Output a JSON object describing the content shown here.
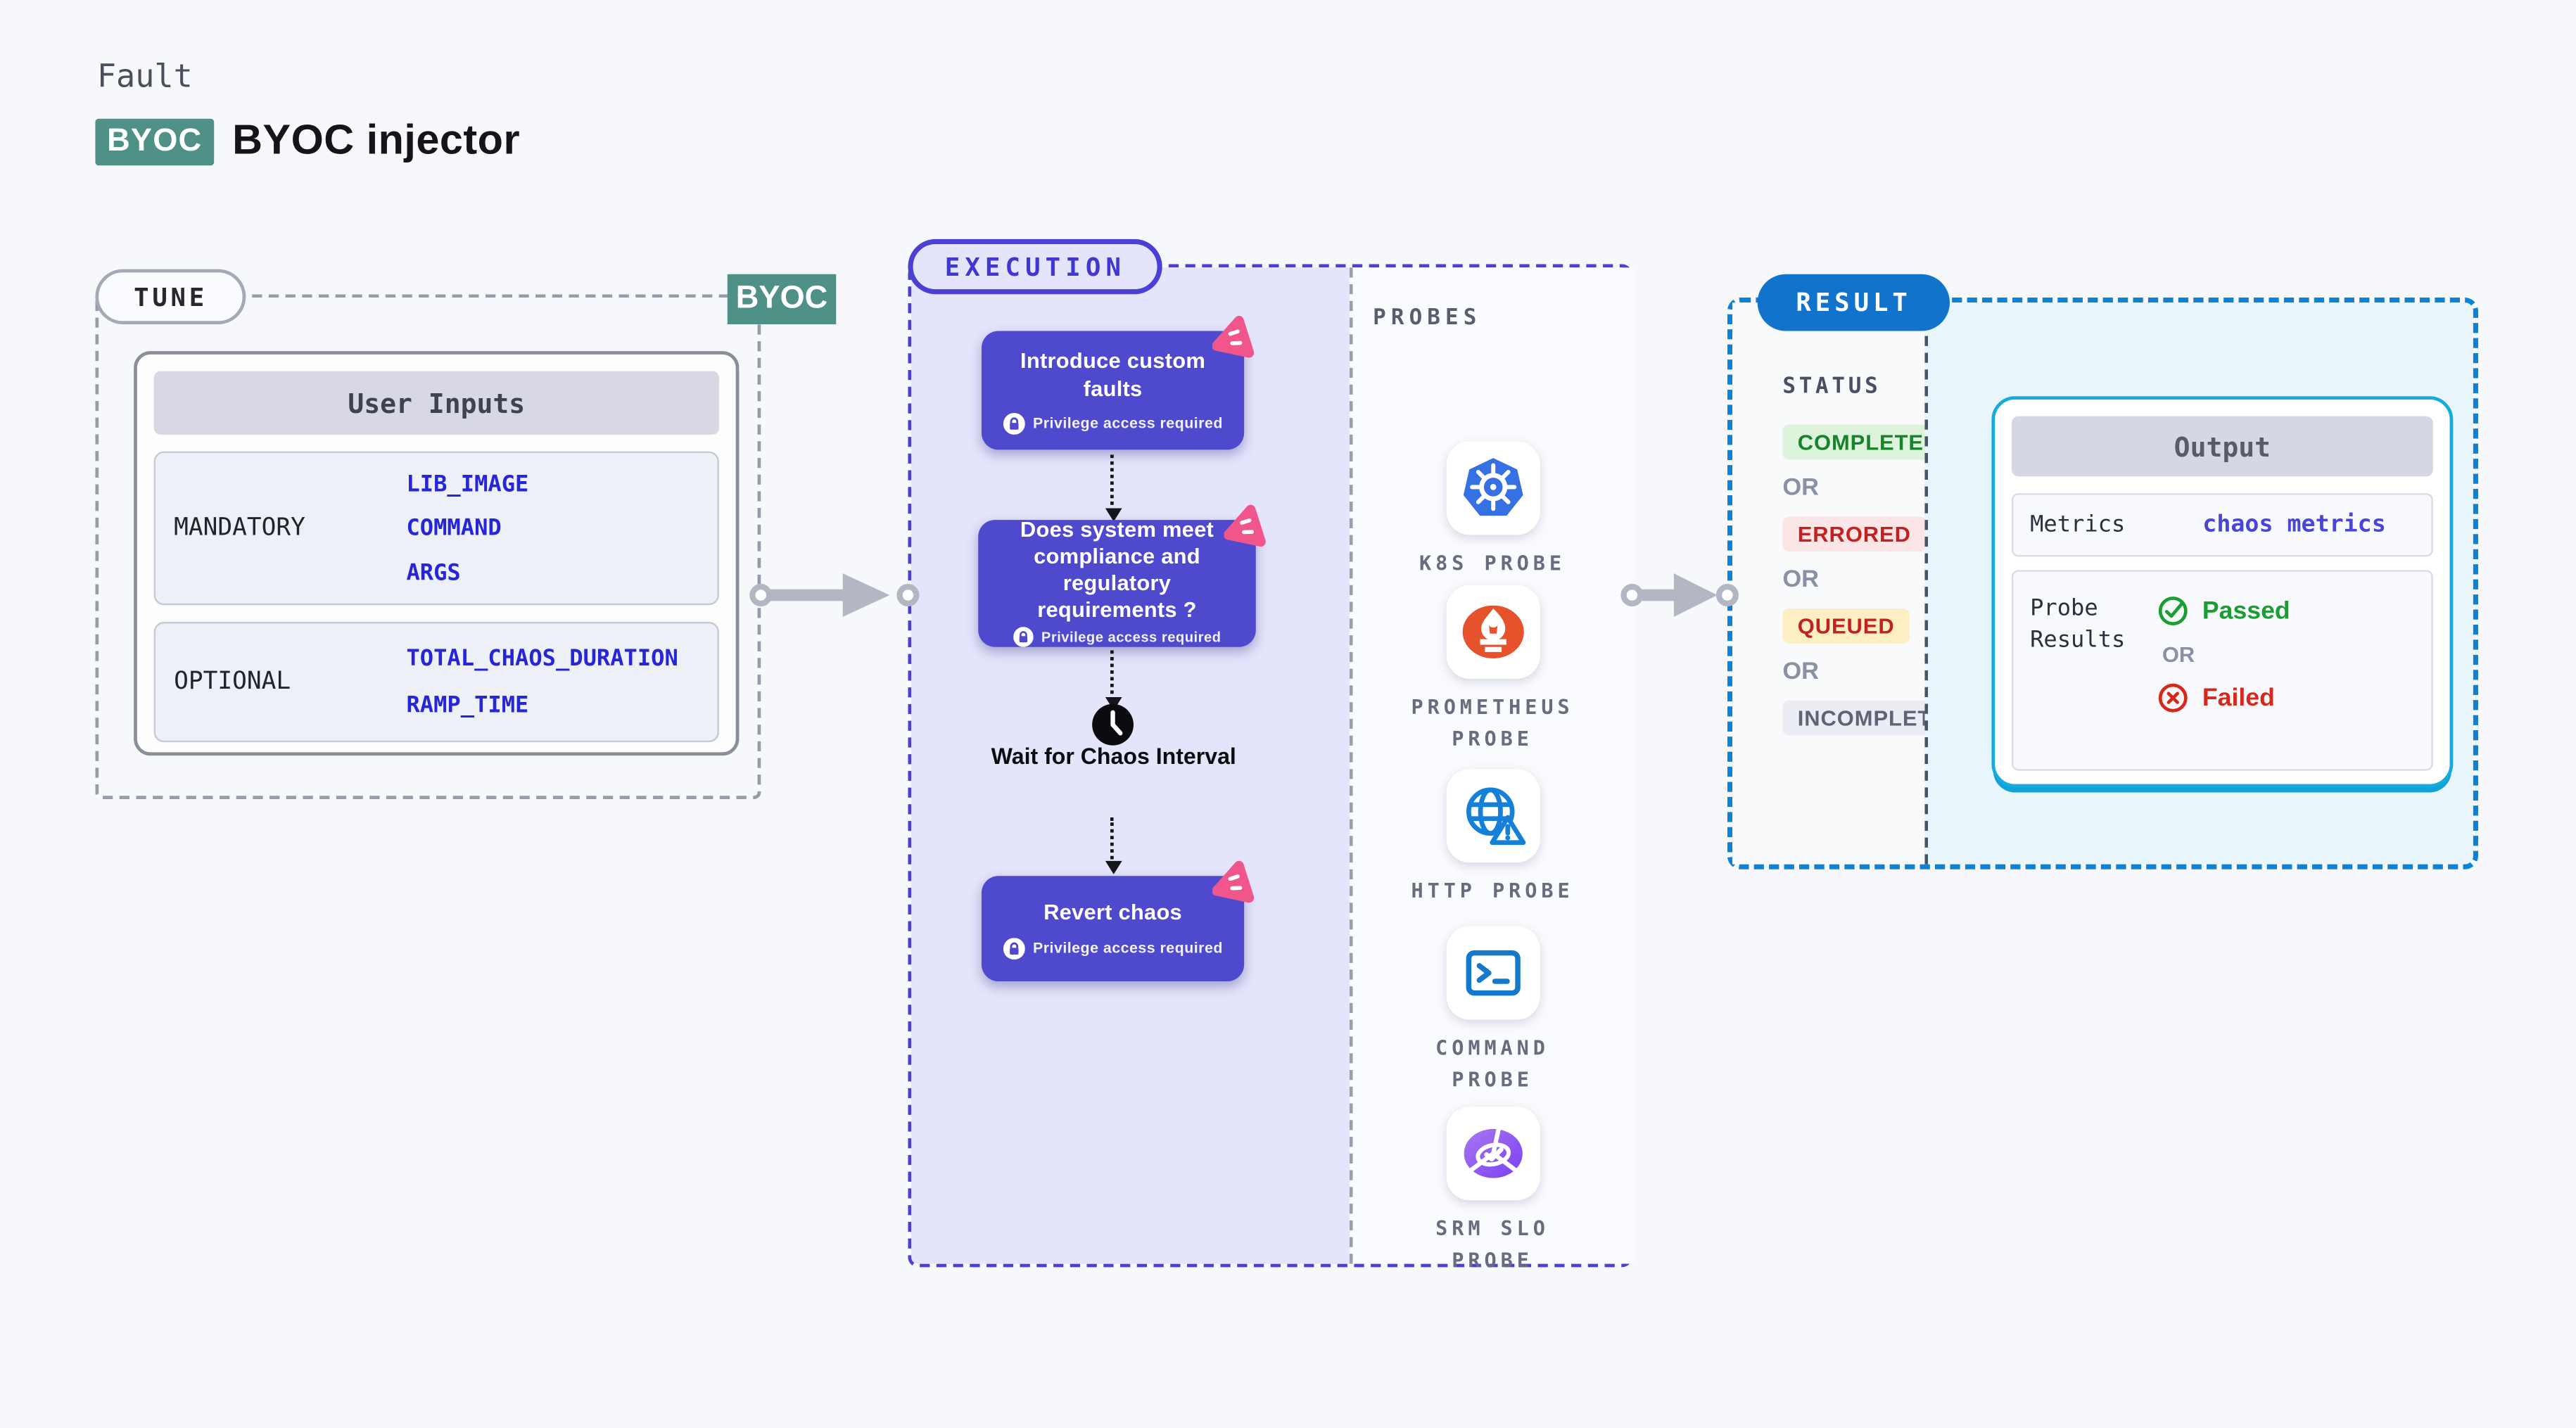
{
  "page": {
    "eyebrow": "Fault",
    "title_badge": "BYOC",
    "title": "BYOC injector"
  },
  "tune": {
    "label": "TUNE",
    "corner_badge": "BYOC",
    "user_inputs": {
      "title": "User Inputs",
      "groups": [
        {
          "label": "MANDATORY",
          "values": [
            "LIB_IMAGE",
            "COMMAND",
            "ARGS"
          ]
        },
        {
          "label": "OPTIONAL",
          "values": [
            "TOTAL_CHAOS_DURATION",
            "RAMP_TIME"
          ]
        }
      ]
    }
  },
  "execution": {
    "label": "EXECUTION",
    "privilege_badge": "Privilege access required",
    "steps": [
      {
        "title": "Introduce custom faults"
      },
      {
        "title": "Does system meet compliance and regulatory requirements ?"
      },
      {
        "title": "Wait for Chaos Interval"
      },
      {
        "title": "Revert chaos"
      }
    ]
  },
  "probes": {
    "label": "PROBES",
    "items": [
      {
        "name": "K8S PROBE",
        "icon": "kubernetes-icon"
      },
      {
        "name": "PROMETHEUS PROBE",
        "icon": "prometheus-icon"
      },
      {
        "name": "HTTP PROBE",
        "icon": "globe-warning-icon"
      },
      {
        "name": "COMMAND PROBE",
        "icon": "terminal-icon"
      },
      {
        "name": "SRM SLO PROBE",
        "icon": "slo-pie-check-icon"
      }
    ]
  },
  "result": {
    "label": "RESULT",
    "status_label": "STATUS",
    "or": "OR",
    "statuses": [
      {
        "text": "COMPLETED",
        "state": "completed"
      },
      {
        "text": "ERRORED",
        "state": "errored"
      },
      {
        "text": "QUEUED",
        "state": "queued"
      },
      {
        "text": "INCOMPLETED",
        "state": "incompleted"
      }
    ],
    "output": {
      "title": "Output",
      "metrics_label": "Metrics",
      "metrics_value": "chaos metrics",
      "probe_results_label": "Probe Results",
      "passed": "Passed",
      "or": "OR",
      "failed": "Failed"
    }
  },
  "colors": {
    "teal_badge": "#4f9187",
    "indigo_accent": "#4a40d6",
    "step_purple": "#4f49ce",
    "chaos_pink": "#f0558b",
    "result_blue": "#1273cd",
    "output_cyan_border": "#16abdd",
    "passed_green": "#1b9e31",
    "failed_red": "#d8281c",
    "value_blue": "#2626d9",
    "arrow_gray": "#b3b6c3"
  }
}
